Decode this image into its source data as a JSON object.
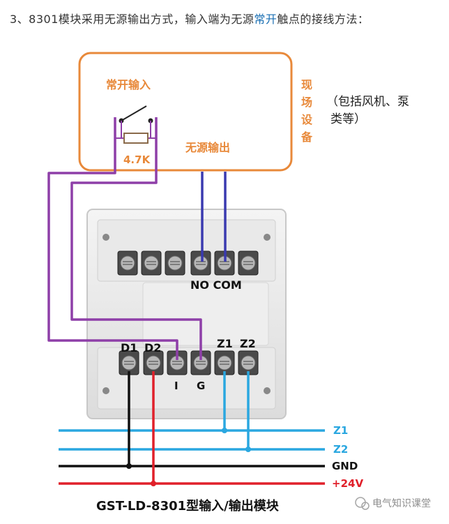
{
  "heading": {
    "prefix": "3、8301模块采用无源输出方式，输入端为无源",
    "highlight": "常开",
    "suffix": "触点的接线方法："
  },
  "device": {
    "normally_open_input": "常开输入",
    "resistor": "4.7K",
    "passive_output": "无源输出",
    "field_equipment_chars": [
      "现",
      "场",
      "设",
      "备"
    ],
    "note_line1": "（包括风机、泵",
    "note_line2": "类等）"
  },
  "module": {
    "top_label": "NO COM",
    "d1": "D1",
    "d2": "D2",
    "z1": "Z1",
    "z2": "Z2",
    "i": "I",
    "g": "G",
    "caption": "GST-LD-8301型输入/输出模块"
  },
  "buses": [
    {
      "label": "Z1",
      "color": "#2aa7e0"
    },
    {
      "label": "Z2",
      "color": "#2aa7e0"
    },
    {
      "label": "GND",
      "color": "#111111"
    },
    {
      "label": "+24V",
      "color": "#e0202a"
    }
  ],
  "colors": {
    "device_border": "#e8893a",
    "purple_wire": "#8e3fa8",
    "navy_wire": "#3a3ab0",
    "blue_wire": "#2aa7e0",
    "black_wire": "#111111",
    "red_wire": "#e0202a"
  },
  "watermark": "电气知识课堂"
}
